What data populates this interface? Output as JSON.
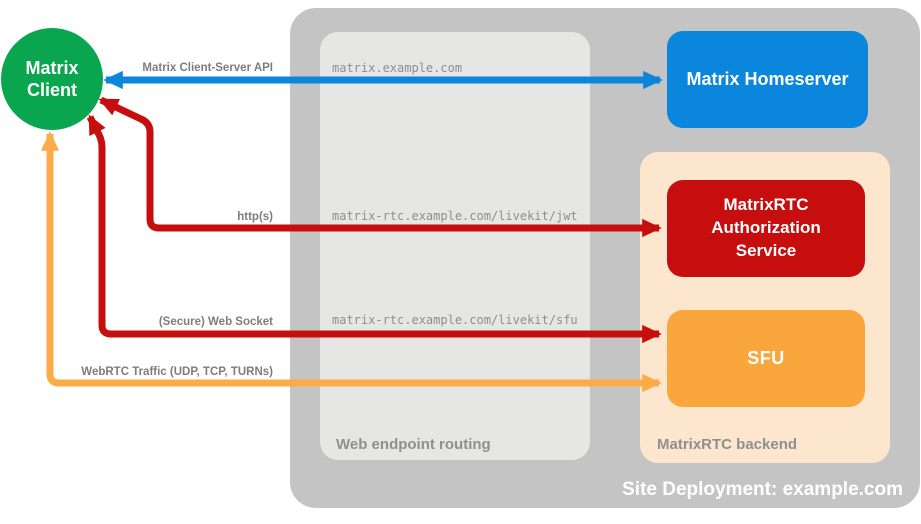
{
  "colors": {
    "canvas_bg": "#ffffff",
    "site_container": "#c4c4c4",
    "routing_box": "#e6e6e5",
    "backend_container": "#fce6cd",
    "green": "#0aa64f",
    "blue": "#0b86dd",
    "red": "#c60e0e",
    "orange": "#f9a63c",
    "orange_arrow": "#fbab47",
    "gray_label": "#7d7d7d",
    "caption_gray": "#8f8f8f",
    "url_text": "#8e8e8e",
    "node_text": "#ffffff"
  },
  "client": {
    "line1": "Matrix",
    "line2": "Client"
  },
  "nodes": {
    "homeserver": "Matrix Homeserver",
    "auth_service": "MatrixRTC Authorization Service",
    "sfu": "SFU"
  },
  "routing": {
    "caption": "Web endpoint routing",
    "urls": [
      "matrix.example.com",
      "matrix-rtc.example.com/livekit/jwt",
      "matrix-rtc.example.com/livekit/sfu"
    ]
  },
  "backend": {
    "caption": "MatrixRTC backend"
  },
  "site": {
    "caption": "Site Deployment: example.com"
  },
  "connections": [
    {
      "label": "Matrix Client-Server API",
      "color": "blue",
      "from": "Matrix Client",
      "to": "Matrix Homeserver"
    },
    {
      "label": "http(s)",
      "color": "red",
      "from": "Matrix Client",
      "to": "MatrixRTC Authorization Service"
    },
    {
      "label": "(Secure) Web Socket",
      "color": "red",
      "from": "Matrix Client",
      "to": "SFU"
    },
    {
      "label": "WebRTC Traffic (UDP, TCP, TURNs)",
      "color": "orange",
      "from": "Matrix Client",
      "to": "SFU"
    }
  ]
}
